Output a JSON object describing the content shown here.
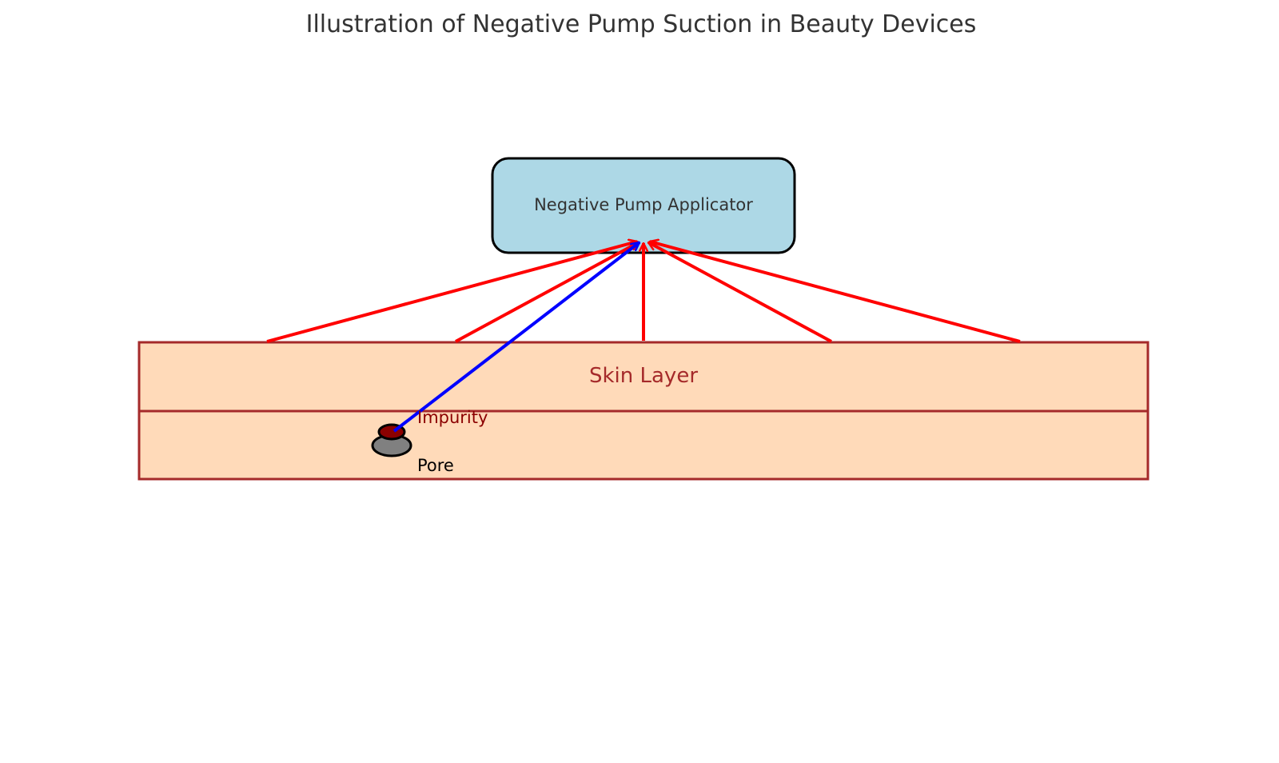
{
  "title": "Illustration of Negative Pump Suction in Beauty Devices",
  "applicator": {
    "label": "Negative Pump Applicator",
    "fill_color": "#add8e6",
    "stroke_color": "#000000"
  },
  "skin": {
    "label": "Skin Layer",
    "fill_color": "#ffdab9",
    "stroke_color": "#a52a2a",
    "label_color": "#a52a2a"
  },
  "impurity": {
    "label": "Impurity",
    "fill_color": "#8b0000",
    "label_color": "#8b0000"
  },
  "pore": {
    "label": "Pore",
    "fill_color": "#808080"
  },
  "arrows": {
    "suction_color": "#ff0000",
    "extraction_color": "#0000ff",
    "suction_count": 5,
    "extraction_count": 1
  }
}
